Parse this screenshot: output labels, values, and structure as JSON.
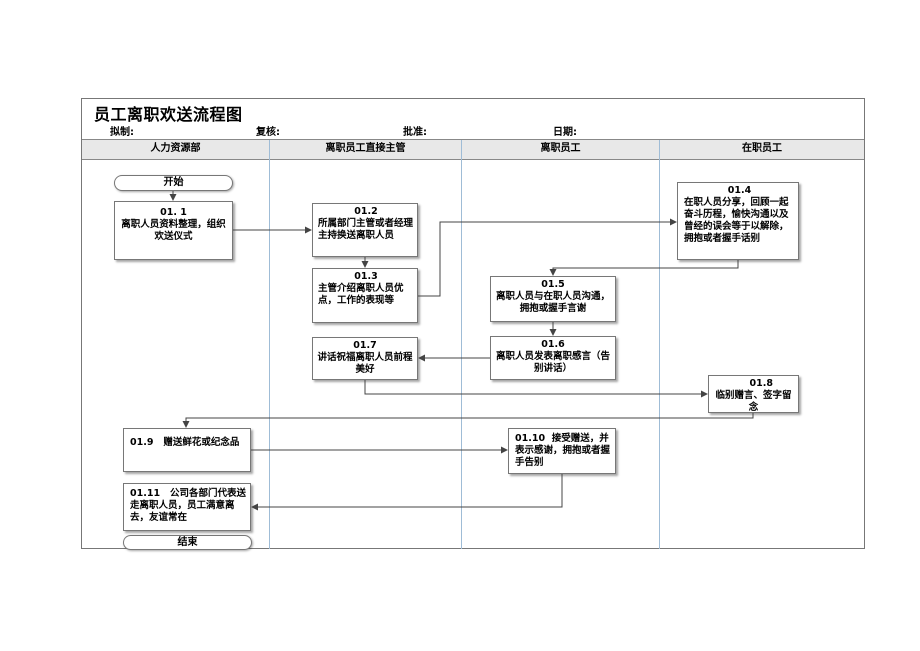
{
  "header": {
    "title": "员工离职欢送流程图",
    "drafted_label": "拟制:",
    "reviewed_label": "复核:",
    "approved_label": "批准:",
    "date_label": "日期:"
  },
  "lanes": [
    {
      "title": "人力资源部"
    },
    {
      "title": "离职员工直接主管"
    },
    {
      "title": "离职员工"
    },
    {
      "title": "在职员工"
    }
  ],
  "start_label": "开始",
  "end_label": "结束",
  "steps": {
    "s1_1": {
      "num": "01. 1",
      "text": "离职人员资料整理，组织欢送仪式"
    },
    "s1_2": {
      "num": "01.2",
      "text": "所属部门主管或者经理主持换送离职人员"
    },
    "s1_3": {
      "num": "01.3",
      "text": "主管介绍离职人员优点，工作的表现等"
    },
    "s1_4": {
      "num": "01.4",
      "text": "在职人员分享，回顾一起奋斗历程，愉快沟通以及曾经的误会等于以解除，拥抱或者握手话别"
    },
    "s1_5": {
      "num": "01.5",
      "text": "离职人员与在职人员沟通，拥抱或握手言谢"
    },
    "s1_6": {
      "num": "01.6",
      "text": "离职人员发表离职感言（告别讲话）"
    },
    "s1_7": {
      "num": "01.7",
      "text": "讲话祝福离职人员前程美好"
    },
    "s1_8": {
      "num": "01.8",
      "text": "临别赠言、签字留念"
    },
    "s1_9": {
      "num": "01.9",
      "text": "赠送鲜花或纪念品"
    },
    "s1_10": {
      "num": "01.10",
      "text": "接受赠送，并表示感谢，拥抱或者握手告别"
    },
    "s1_11": {
      "num": "01.11",
      "text": "公司各部门代表送走离职人员，员工满意离去，友谊常在"
    }
  }
}
